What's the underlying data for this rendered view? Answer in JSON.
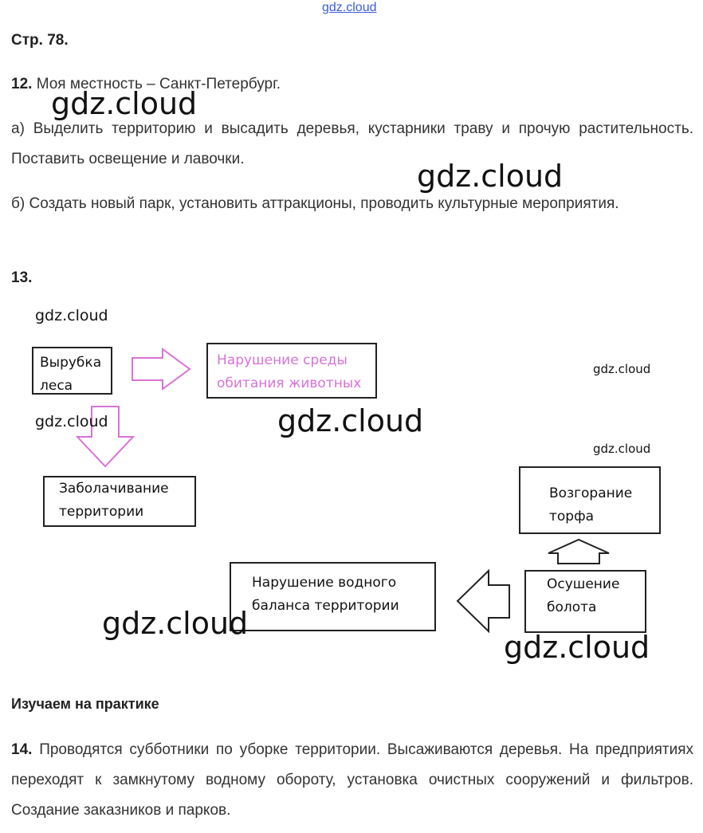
{
  "site_link": "gdz.cloud",
  "page_ref": "Стр. 78.",
  "task12": {
    "number": "12.",
    "title": "Моя местность – Санкт-Петербург.",
    "a": "а) Выделить территорию и высадить деревья, кустарники траву и прочую растительность. Поставить освещение и лавочки.",
    "b": "б) Создать новый парк, установить аттракционы, проводить культурные мероприятия."
  },
  "task13": {
    "number": "13.",
    "diagram": {
      "clearing": "Вырубка леса",
      "habitat": "Нарушение среды обитания животных",
      "swamping": "Заболачивание территории",
      "peat": "Возгорание торфа",
      "drainage": "Осушение болота",
      "water": "Нарушение водного баланса территории"
    }
  },
  "section_title": "Изучаем на практике",
  "task14": {
    "number": "14.",
    "text": "Проводятся субботники по уборке территории. Высаживаются деревья. На предприятиях переходят к замкнутому водному обороту, установка очистных сооружений и фильтров. Создание заказников и парков."
  },
  "watermark": "gdz.cloud",
  "colors": {
    "pink": "#d872d8",
    "text": "#333333"
  }
}
